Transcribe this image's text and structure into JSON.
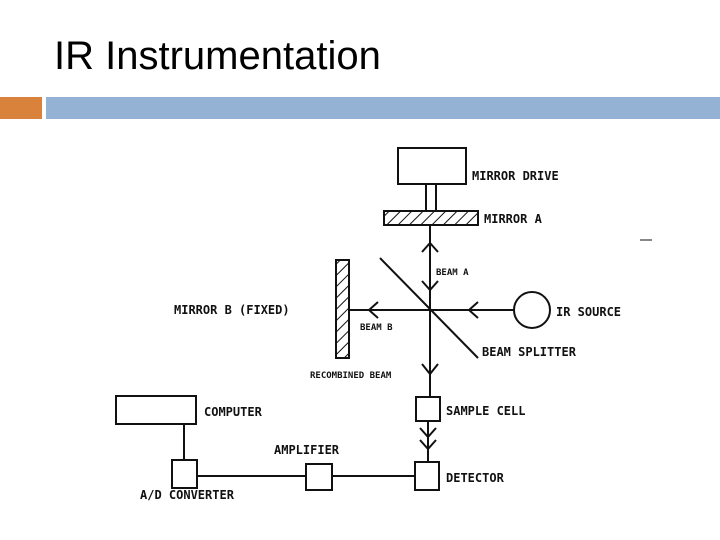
{
  "slide": {
    "title": "IR Instrumentation"
  },
  "colors": {
    "accent_orange": "#d9823b",
    "accent_blue": "#93b2d4"
  },
  "diagram": {
    "labels": {
      "mirror_drive": "MIRROR DRIVE",
      "mirror_a": "MIRROR A",
      "beam_a": "BEAM A",
      "mirror_b": "MIRROR B (FIXED)",
      "beam_b": "BEAM B",
      "ir_source": "IR SOURCE",
      "beam_splitter": "BEAM SPLITTER",
      "recombined_beam": "RECOMBINED BEAM",
      "computer": "COMPUTER",
      "sample_cell": "SAMPLE CELL",
      "amplifier": "AMPLIFIER",
      "detector": "DETECTOR",
      "ad_converter": "A/D CONVERTER"
    }
  }
}
